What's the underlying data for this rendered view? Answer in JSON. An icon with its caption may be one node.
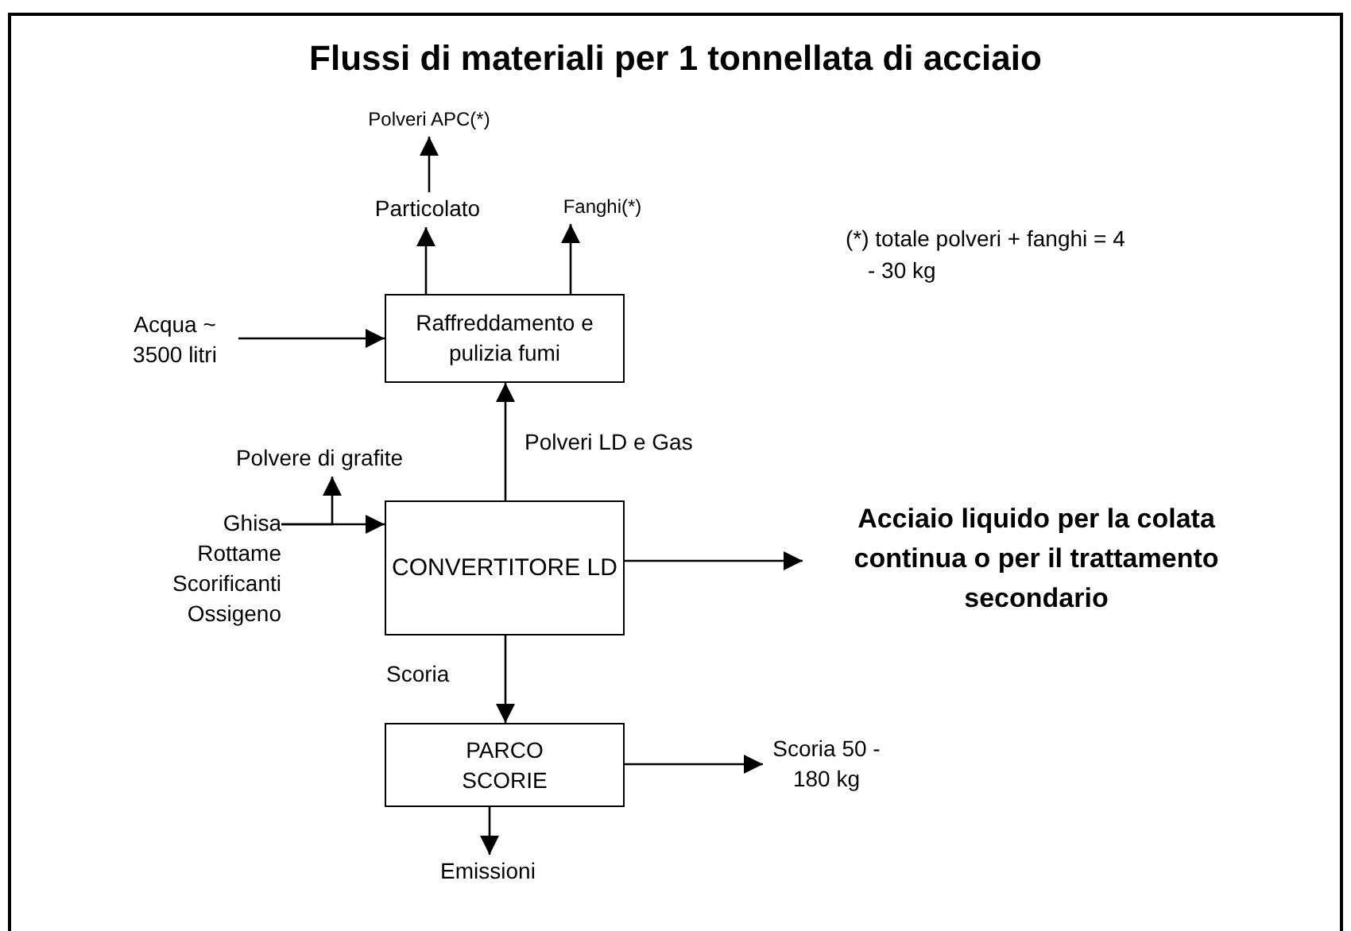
{
  "diagram": {
    "title": "Flussi di materiali per 1 tonnellata di acciaio",
    "nodes": [
      {
        "text": [
          "Polveri APC(*)"
        ]
      },
      {
        "text": [
          "Particolato"
        ]
      },
      {
        "text": [
          "Fanghi(*)"
        ]
      },
      {
        "text": [
          "Raffreddamento e pulizia fumi"
        ]
      },
      {
        "text": [
          "Acqua ~ 3500 litri"
        ]
      },
      {
        "text": [
          "CONVERTITORE LD"
        ]
      },
      {
        "text": [
          "Polvere di grafite"
        ]
      },
      {
        "text": [
          "Ghisa Rottame Scorificanti Ossigeno"
        ]
      },
      {
        "text": [
          "Acciaio liquido per la colata continua o per il trattamento secondario"
        ]
      },
      {
        "text": [
          "PARCO SCORIE"
        ]
      },
      {
        "text": [
          "Scoria 50 - 180 kg"
        ]
      },
      {
        "text": [
          "Emissioni"
        ]
      }
    ],
    "edges": [
      {
        "from": 1,
        "to": 0,
        "arrow": "to"
      },
      {
        "from": 3,
        "to": 1,
        "arrow": "to"
      },
      {
        "from": 3,
        "to": 2,
        "arrow": "to"
      },
      {
        "from": 4,
        "to": 3,
        "arrow": "to"
      },
      {
        "from": 5,
        "to": 3,
        "arrow": "to",
        "label": "Polveri LD e Gas"
      },
      {
        "from": 7,
        "to": 5,
        "arrow": "to"
      },
      {
        "from": 7,
        "to": 6,
        "arrow": "to"
      },
      {
        "from": 5,
        "to": 8,
        "arrow": "to"
      },
      {
        "from": 5,
        "to": 9,
        "arrow": "to",
        "label": "Scoria"
      },
      {
        "from": 9,
        "to": 10,
        "arrow": "to"
      },
      {
        "from": 9,
        "to": 11,
        "arrow": "to"
      }
    ],
    "labels": [
      "(*) totale polveri + fanghi = 4 - 30 kg"
    ]
  }
}
